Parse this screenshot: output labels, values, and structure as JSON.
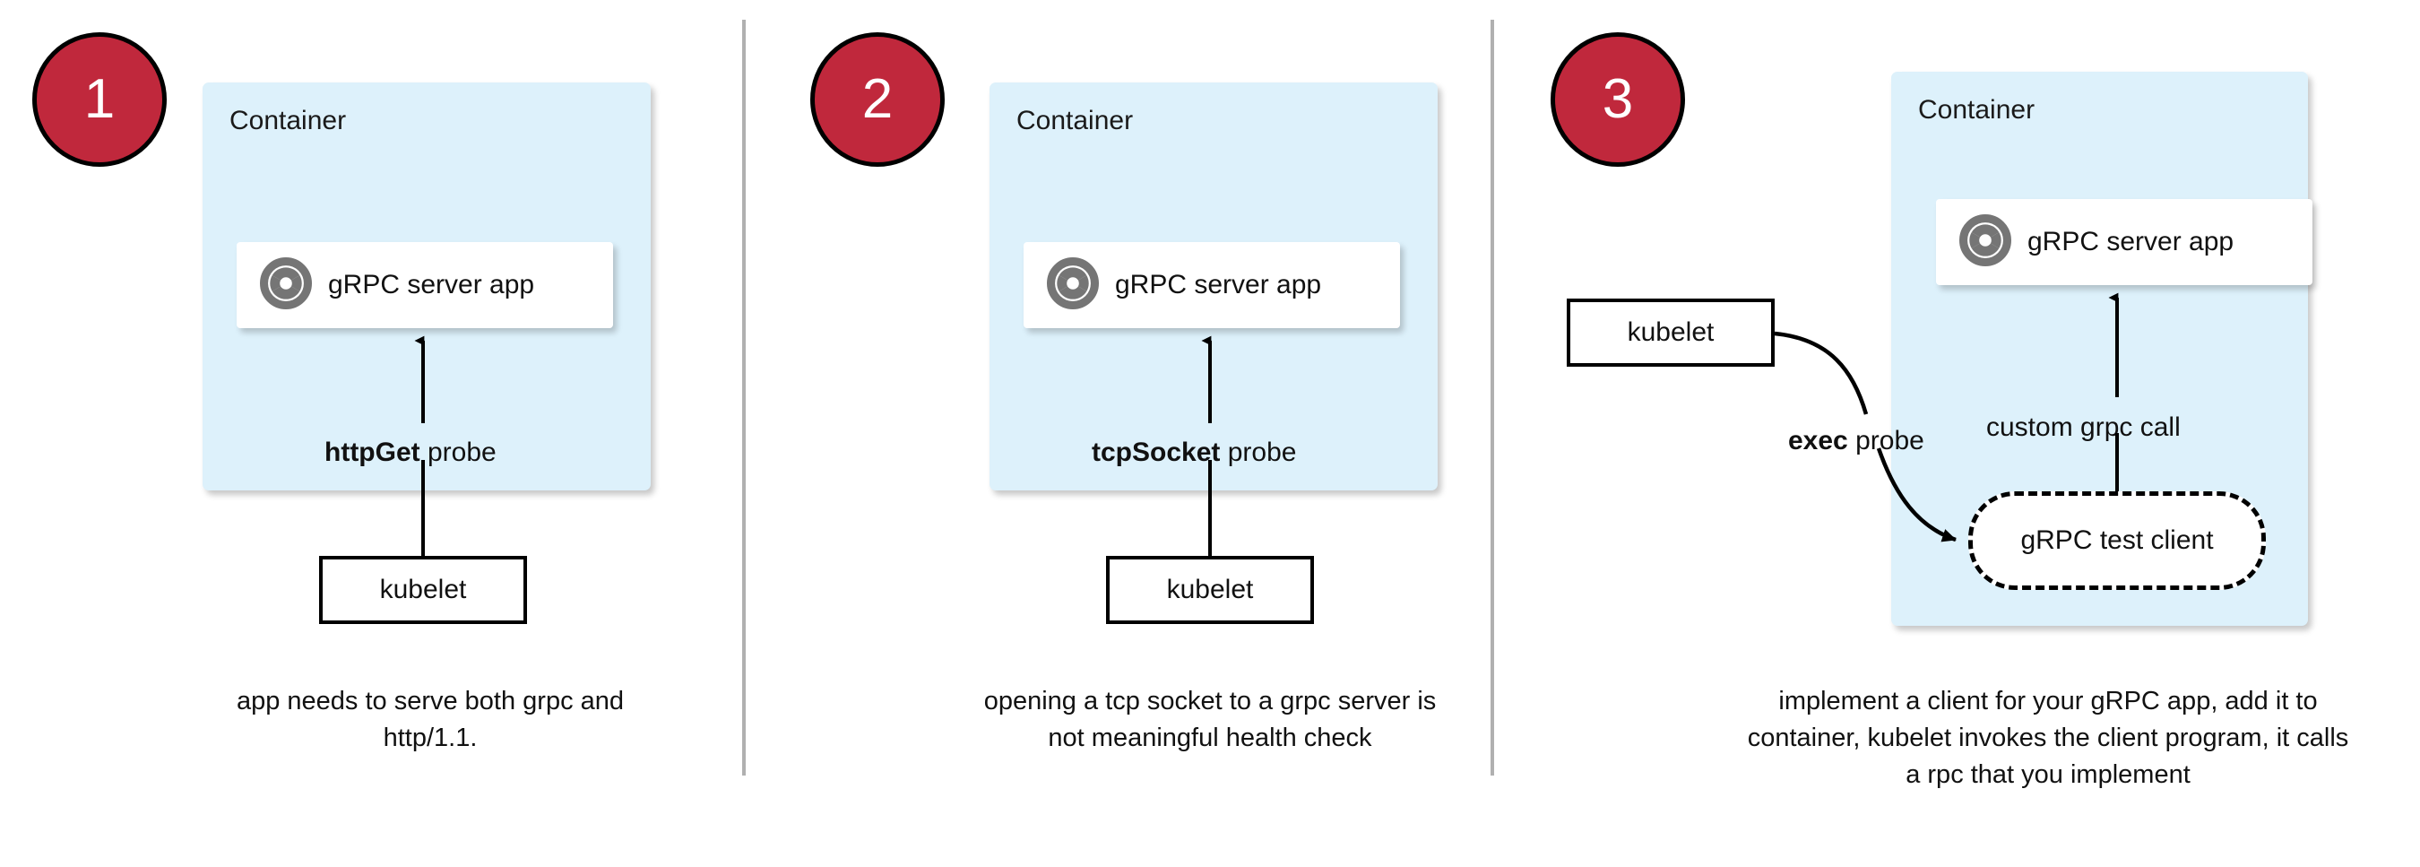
{
  "diagram": {
    "title": "gRPC health probe approaches",
    "colors": {
      "badge_fill": "#c0283c",
      "badge_border": "#000000",
      "badge_text": "#ffffff",
      "container_fill": "#ddf1fb",
      "app_box_fill": "#ffffff",
      "grpc_icon": "#757575",
      "divider": "#b0b0b0",
      "stroke": "#000000"
    },
    "panels": [
      {
        "badge": "1",
        "container_label": "Container",
        "app_box": {
          "label": "gRPC server app",
          "icon": "grpc-logo-icon"
        },
        "probe_label_bold": "httpGet",
        "probe_label_rest": " probe",
        "external_node": "kubelet",
        "caption": "app needs to serve both grpc and http/1.1."
      },
      {
        "badge": "2",
        "container_label": "Container",
        "app_box": {
          "label": "gRPC server app",
          "icon": "grpc-logo-icon"
        },
        "probe_label_bold": "tcpSocket",
        "probe_label_rest": " probe",
        "external_node": "kubelet",
        "caption": "opening a tcp socket to a grpc server is not meaningful health check"
      },
      {
        "badge": "3",
        "container_label": "Container",
        "app_box": {
          "label": "gRPC server app",
          "icon": "grpc-logo-icon"
        },
        "probe_label_bold": "exec",
        "probe_label_rest": " probe",
        "external_node": "kubelet",
        "test_client": "gRPC test client",
        "call_label": "custom grpc call",
        "caption": "implement a client for your gRPC app, add it to container, kubelet invokes the client program, it calls a rpc that you implement"
      }
    ]
  }
}
